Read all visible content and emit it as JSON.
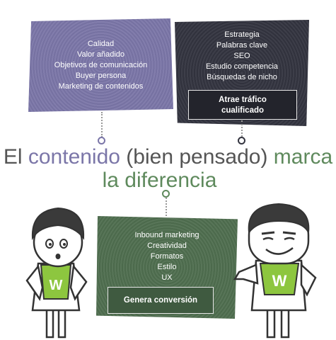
{
  "purple_panel": {
    "items": [
      "Calidad",
      "Valor añadido",
      "Objetivos de comunicación",
      "Buyer persona",
      "Marketing de contenidos"
    ]
  },
  "dark_panel": {
    "items": [
      "Estrategia",
      "Palabras clave",
      "SEO",
      "Estudio competencia",
      "Búsquedas de nicho"
    ],
    "tag": [
      "Atrae tráfico",
      "cualificado"
    ]
  },
  "green_panel": {
    "items": [
      "Inbound marketing",
      "Creatividad",
      "Formatos",
      "Estilo",
      "UX"
    ],
    "tag": "Genera conversión"
  },
  "headline": {
    "part1": "El ",
    "part2": "contenido",
    "part3": " (bien pensado) ",
    "part4": "marca",
    "line2": "la diferencia"
  },
  "mascot_letter": "W",
  "colors": {
    "purple": "#7b76a8",
    "dark": "#33343f",
    "green": "#4f6e4f",
    "lime": "#8dc63f",
    "text_gray": "#555555"
  }
}
